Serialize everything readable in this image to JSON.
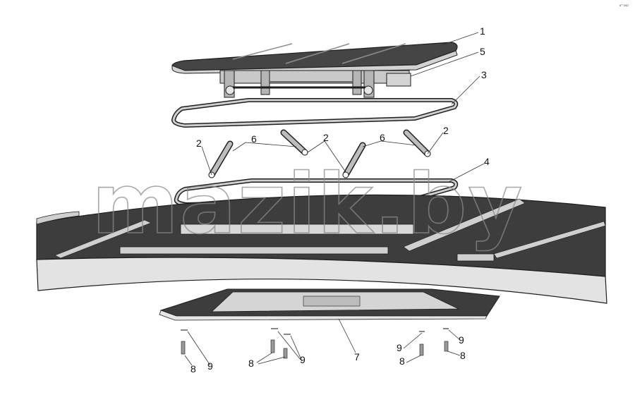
{
  "corner_mark": "ʁᴹ ɪɴɪɪ",
  "watermark": "mazik.by",
  "callouts": {
    "c1": "1",
    "c5": "5",
    "c3": "3",
    "c2a": "2",
    "c6a": "6",
    "c2b": "2",
    "c6b": "6",
    "c2c": "2",
    "c4": "4",
    "c7": "7",
    "c8a": "8",
    "c9a": "9",
    "c8b": "8",
    "c9b": "9",
    "c9c": "9",
    "c8c": "8",
    "c9d": "9",
    "c8d": "8"
  },
  "colors": {
    "dark_panel": "#3d3d3d",
    "light_part": "#d9d9d9",
    "mid_part": "#9a9a9a",
    "outline": "#1e1e1e"
  }
}
